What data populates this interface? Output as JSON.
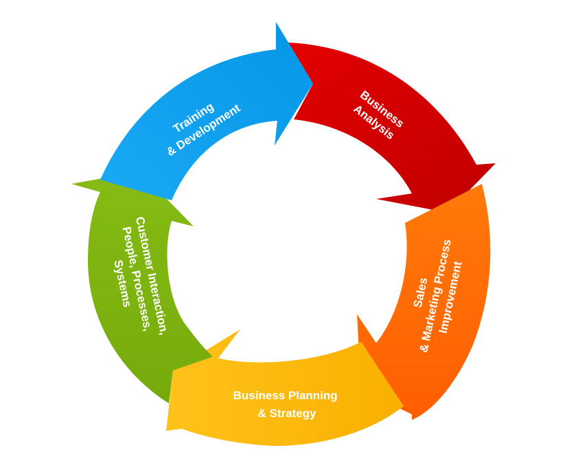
{
  "diagram": {
    "segments": [
      {
        "id": "business-analysis",
        "lines": [
          "Business",
          "Analysis"
        ],
        "color": "#D10000",
        "dark": "#9E0000"
      },
      {
        "id": "sales-marketing",
        "lines": [
          "Sales",
          "& Marketing Process",
          "Improvement"
        ],
        "color": "#FF6A00",
        "dark": "#D94F00"
      },
      {
        "id": "business-planning",
        "lines": [
          "Business Planning",
          "& Strategy"
        ],
        "color": "#FDBA06",
        "dark": "#E29B00"
      },
      {
        "id": "customer-interaction",
        "lines": [
          "Customer Interaction,",
          "People, Processes,",
          "Systems"
        ],
        "color": "#7FB512",
        "dark": "#5C8F06"
      },
      {
        "id": "training-development",
        "lines": [
          "Training",
          "& Development"
        ],
        "color": "#0EA1F1",
        "dark": "#0A7FC4"
      }
    ]
  }
}
